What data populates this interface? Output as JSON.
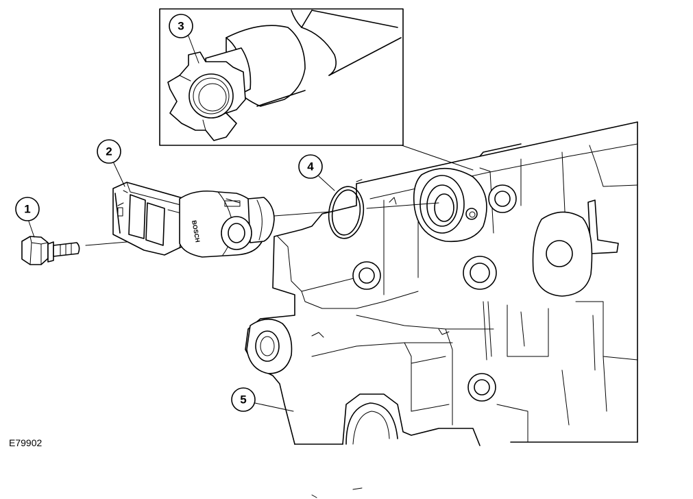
{
  "figure_code": "E79902",
  "callouts": [
    {
      "number": "1",
      "part": "bolt"
    },
    {
      "number": "2",
      "part": "sensor"
    },
    {
      "number": "3",
      "part": "camshaft-detail"
    },
    {
      "number": "4",
      "part": "o-ring"
    },
    {
      "number": "5",
      "part": "engine-block"
    }
  ],
  "sensor_brand": "BOSCH"
}
